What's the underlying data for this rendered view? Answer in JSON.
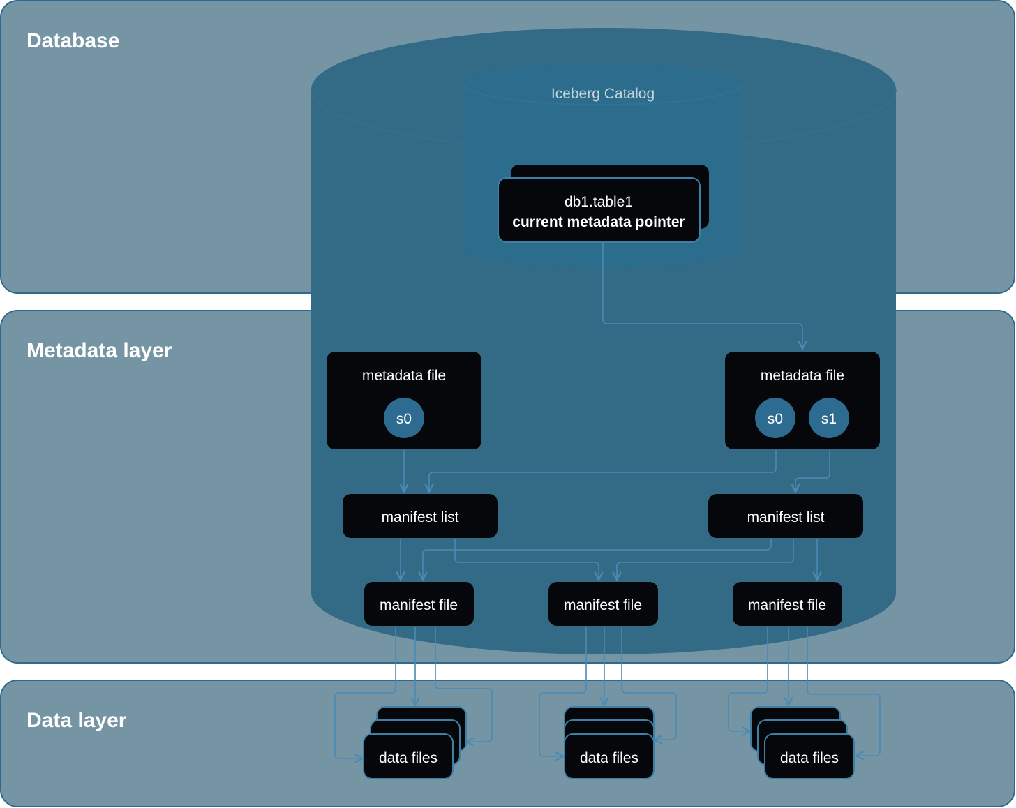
{
  "layers": {
    "database": "Database",
    "metadata": "Metadata layer",
    "data": "Data layer"
  },
  "catalog": {
    "title": "Iceberg Catalog",
    "pointer_line1": "db1.table1",
    "pointer_line2": "current metadata pointer"
  },
  "metadata_files": [
    {
      "label": "metadata file",
      "snapshots": [
        "s0"
      ]
    },
    {
      "label": "metadata file",
      "snapshots": [
        "s0",
        "s1"
      ]
    }
  ],
  "manifest_lists": [
    "manifest list",
    "manifest list"
  ],
  "manifest_files": [
    "manifest file",
    "manifest file",
    "manifest file"
  ],
  "data_files": [
    "data files",
    "data files",
    "data files"
  ],
  "colors": {
    "layer_bg": "#7695a4",
    "layer_border": "#2f6a8c",
    "cylinder": "#336a86",
    "catalog": "#2c6c8d",
    "node_bg": "#05070a",
    "node_border": "#3e7fa4",
    "snapshot": "#2e6b91",
    "arrow": "#4a8ab4"
  }
}
